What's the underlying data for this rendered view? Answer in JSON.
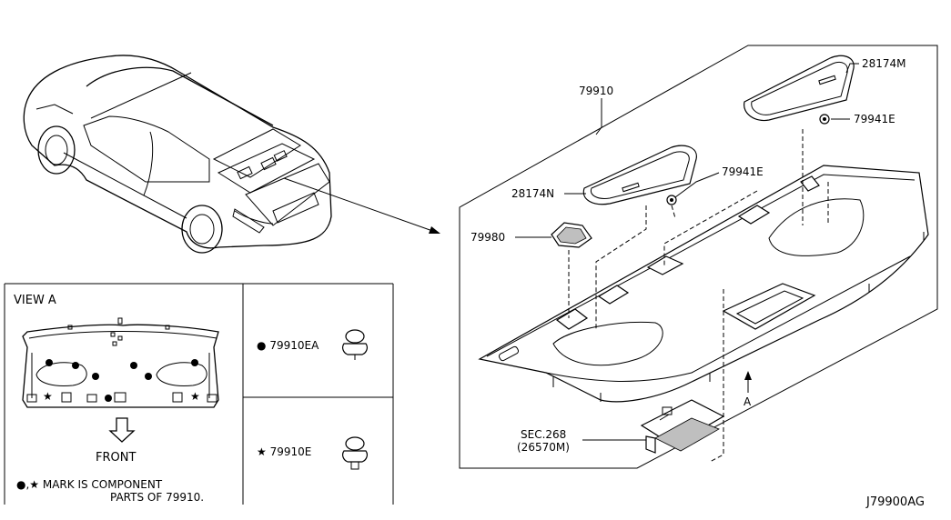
{
  "callouts": {
    "p79910": "79910",
    "p28174M": "28174M",
    "p79941E_top": "79941E",
    "p79941E_mid": "79941E",
    "p28174N": "28174N",
    "p79980": "79980",
    "sec_line1": "SEC.268",
    "sec_line2": "(26570M)",
    "arrow_a": "A"
  },
  "view_a": {
    "title": "VIEW A",
    "front_label": "FRONT",
    "note_line1": "●,★ MARK IS COMPONENT",
    "note_line2": "PARTS OF 79910."
  },
  "legend": {
    "item1_symbol": "●",
    "item1_code": "79910EA",
    "item2_symbol": "★",
    "item2_code": "79910E"
  },
  "figure_id": "J79900AG"
}
